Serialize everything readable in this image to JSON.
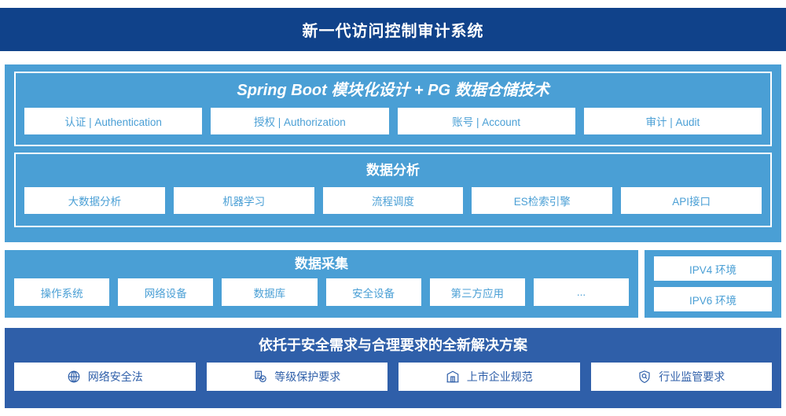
{
  "header": {
    "title": "新一代访问控制审计系统",
    "bg_color": "#10428a"
  },
  "platform": {
    "bg_color": "#4a9fd5",
    "tech_panel": {
      "title": "Spring Boot 模块化设计 + PG 数据仓储技术",
      "cards": [
        {
          "label": "认证 | Authentication"
        },
        {
          "label": "授权 | Authorization"
        },
        {
          "label": "账号 | Account"
        },
        {
          "label": "审计 | Audit"
        }
      ]
    },
    "analysis_panel": {
      "title": "数据分析",
      "cards": [
        {
          "label": "大数据分析"
        },
        {
          "label": "机器学习"
        },
        {
          "label": "流程调度"
        },
        {
          "label": "ES检索引擎"
        },
        {
          "label": "API接口"
        }
      ]
    }
  },
  "collection": {
    "title": "数据采集",
    "cards": [
      {
        "label": "操作系统"
      },
      {
        "label": "网络设备"
      },
      {
        "label": "数据库"
      },
      {
        "label": "安全设备"
      },
      {
        "label": "第三方应用"
      },
      {
        "label": "..."
      }
    ]
  },
  "ip_environment": {
    "cards": [
      {
        "label": "IPV4 环境"
      },
      {
        "label": "IPV6 环境"
      }
    ]
  },
  "solution": {
    "bg_color": "#2f5fa9",
    "title": "依托于安全需求与合理要求的全新解决方案",
    "cards": [
      {
        "label": "网络安全法",
        "icon": "globe-icon"
      },
      {
        "label": "等级保护要求",
        "icon": "document-check-icon"
      },
      {
        "label": "上市企业规范",
        "icon": "bank-building-icon"
      },
      {
        "label": "行业监管要求",
        "icon": "shield-search-icon"
      }
    ]
  }
}
